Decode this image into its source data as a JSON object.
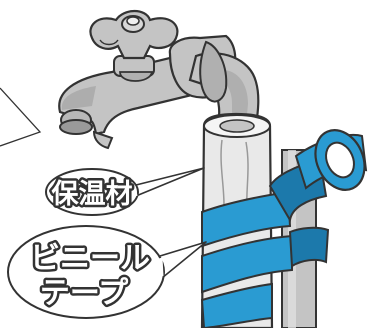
{
  "labels": {
    "insulation": "保温材",
    "vinyl_tape_line1": "ビニール",
    "vinyl_tape_line2": "テープ"
  },
  "colors": {
    "tape": "#2a9bd2",
    "tape_shadow": "#1c79ab",
    "metal": "#c4c4c4",
    "metal_dark": "#9a9a9a",
    "insulation": "#e9e9e9",
    "outline": "#333333"
  }
}
